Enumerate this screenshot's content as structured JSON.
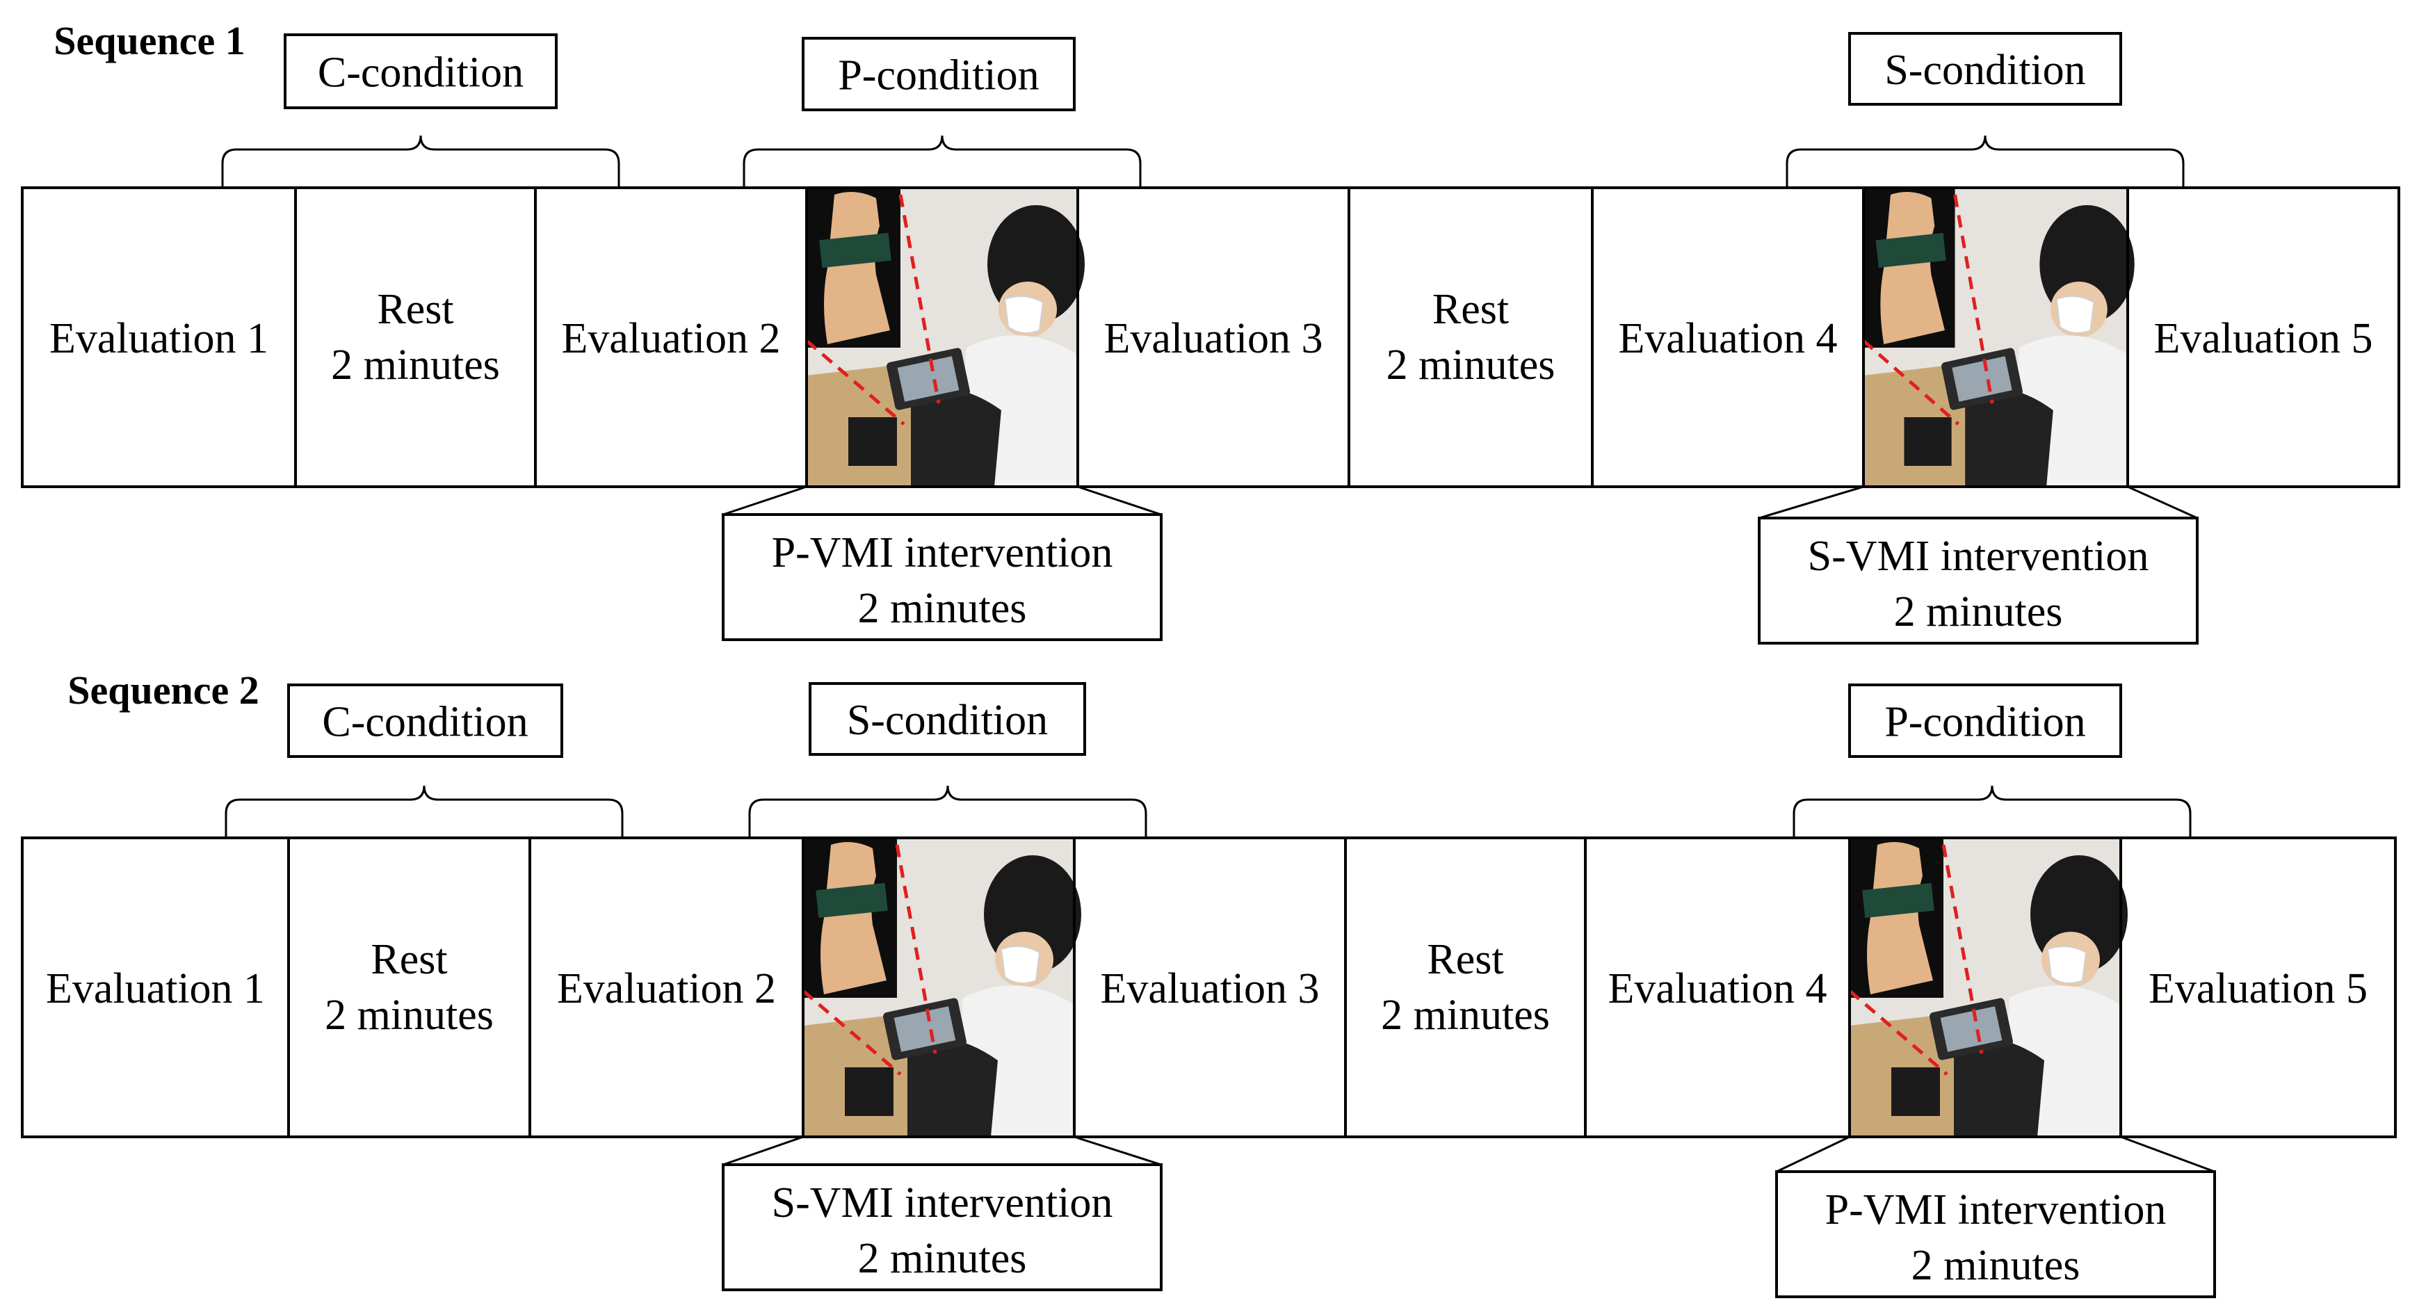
{
  "sequences": [
    {
      "title": "Sequence 1",
      "conditions": [
        "C-condition",
        "P-condition",
        "S-condition"
      ],
      "steps": [
        {
          "line1": "Evaluation 1",
          "line2": ""
        },
        {
          "line1": "Rest",
          "line2": "2 minutes"
        },
        {
          "line1": "Evaluation 2",
          "line2": ""
        },
        {
          "line1": "Evaluation 3",
          "line2": ""
        },
        {
          "line1": "Rest",
          "line2": "2 minutes"
        },
        {
          "line1": "Evaluation 4",
          "line2": ""
        },
        {
          "line1": "Evaluation 5",
          "line2": ""
        }
      ],
      "interventions": [
        {
          "line1": "P-VMI intervention",
          "line2": "2 minutes"
        },
        {
          "line1": "S-VMI intervention",
          "line2": "2 minutes"
        }
      ]
    },
    {
      "title": "Sequence 2",
      "conditions": [
        "C-condition",
        "S-condition",
        "P-condition"
      ],
      "steps": [
        {
          "line1": "Evaluation 1",
          "line2": ""
        },
        {
          "line1": "Rest",
          "line2": "2 minutes"
        },
        {
          "line1": "Evaluation 2",
          "line2": ""
        },
        {
          "line1": "Evaluation 3",
          "line2": ""
        },
        {
          "line1": "Rest",
          "line2": "2 minutes"
        },
        {
          "line1": "Evaluation 4",
          "line2": ""
        },
        {
          "line1": "Evaluation 5",
          "line2": ""
        }
      ],
      "interventions": [
        {
          "line1": "S-VMI intervention",
          "line2": "2 minutes"
        },
        {
          "line1": "P-VMI intervention",
          "line2": "2 minutes"
        }
      ]
    }
  ],
  "colors": {
    "dashed_zoom_line": "#e02020",
    "wall": "#e6e3de",
    "floor": "#c9a878",
    "foot_inset_bg": "#0d0d0d",
    "skin": "#e2b487",
    "strap": "#1f4a3a",
    "hair": "#1a1a1a",
    "shirt": "#f2f2f2",
    "tablet": "#2a2a2a"
  },
  "photo": {
    "description_icon": "vmi-photo-icon"
  }
}
